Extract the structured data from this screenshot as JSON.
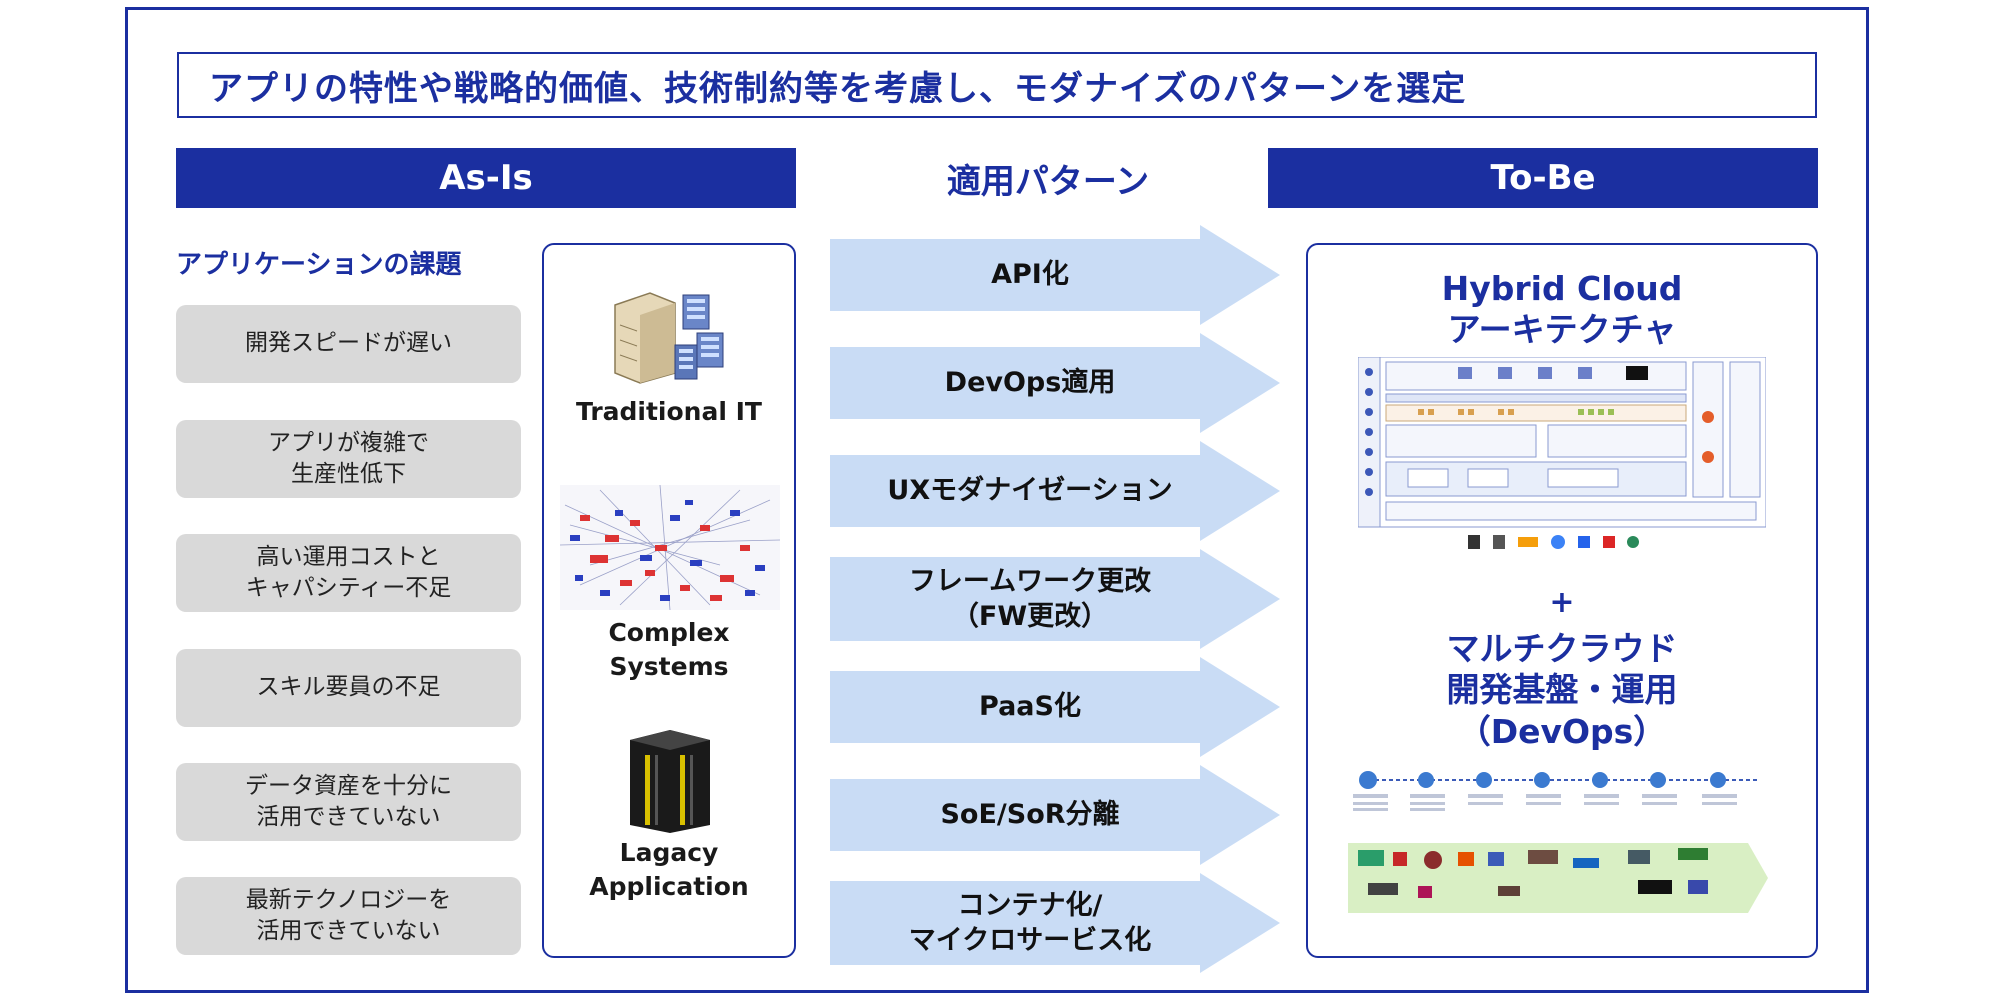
{
  "title": "アプリの特性や戦略的価値、技術制約等を考慮し、モダナイズのパターンを選定",
  "as_is": {
    "header": "As-Is",
    "issues_title": "アプリケーションの課題",
    "issues": [
      "開発スピードが遅い",
      "アプリが複雑で\n生産性低下",
      "高い運用コストと\nキャパシティー不足",
      "スキル要員の不足",
      "データ資産を十分に\n活用できていない",
      "最新テクノロジーを\n活用できていない"
    ],
    "systems": [
      {
        "label": "Traditional IT",
        "icon": "server-rack-icon"
      },
      {
        "label": "Complex\nSystems",
        "icon": "network-graph-icon"
      },
      {
        "label": "Lagacy\nApplication",
        "icon": "mainframe-icon"
      }
    ]
  },
  "patterns": {
    "header": "適用パターン",
    "items": [
      "API化",
      "DevOps適用",
      "UXモダナイゼーション",
      "フレームワーク更改\n（FW更改）",
      "PaaS化",
      "SoE/SoR分離",
      "コンテナ化/\nマイクロサービス化"
    ]
  },
  "to_be": {
    "header": "To-Be",
    "block1_title": "Hybrid Cloud\nアーキテクチャ",
    "plus": "+",
    "block2_title": "マルチクラウド\n開発基盤・運用\n（DevOps）"
  },
  "colors": {
    "brand": "#1b2fa0",
    "arrow": "#c9dcf5",
    "issue_bg": "#d9d9d9"
  }
}
